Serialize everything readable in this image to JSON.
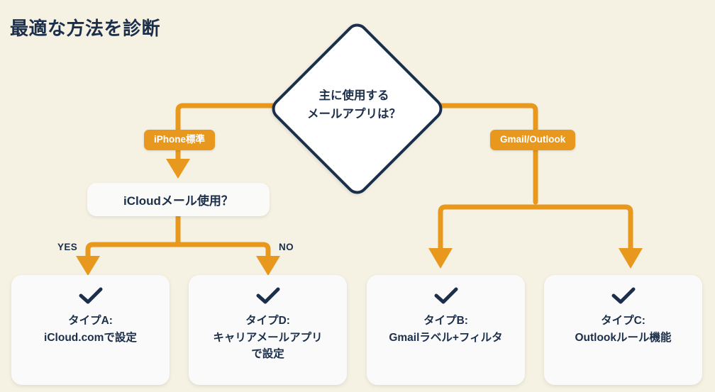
{
  "page": {
    "title": "最適な方法を診断",
    "background_color": "#F5F1E3",
    "accent_color": "#E8981D",
    "ink_color": "#1B2E4A"
  },
  "chart_data": {
    "type": "diagram",
    "diagram_kind": "decision-flowchart",
    "title": "最適な方法を診断",
    "nodes": [
      {
        "id": "q1",
        "shape": "diamond",
        "text_lines": [
          "主に使用する",
          "メールアプリは？"
        ]
      },
      {
        "id": "q2",
        "shape": "rounded-rect",
        "text_lines": [
          "iCloudメール使用？"
        ]
      },
      {
        "id": "a",
        "shape": "card",
        "icon": "check-icon",
        "text_lines": [
          "タイプA:",
          "iCloud.comで設定"
        ]
      },
      {
        "id": "d",
        "shape": "card",
        "icon": "check-icon",
        "text_lines": [
          "タイプD:",
          "キャリアメールアプリ",
          "で設定"
        ]
      },
      {
        "id": "b",
        "shape": "card",
        "icon": "check-icon",
        "text_lines": [
          "タイプB:",
          "Gmailラベル+フィルタ"
        ]
      },
      {
        "id": "c",
        "shape": "card",
        "icon": "check-icon",
        "text_lines": [
          "タイプC:",
          "Outlookルール機能"
        ]
      }
    ],
    "edges": [
      {
        "from": "q1",
        "to": "q2",
        "label": "iPhone標準",
        "label_style": "badge"
      },
      {
        "from": "q1",
        "to": "split-right",
        "label": "Gmail/Outlook",
        "label_style": "badge"
      },
      {
        "from": "q2",
        "to": "a",
        "label": "YES",
        "label_style": "plain"
      },
      {
        "from": "q2",
        "to": "d",
        "label": "NO",
        "label_style": "plain"
      },
      {
        "from": "split-right",
        "to": "b",
        "label": "",
        "label_style": "plain"
      },
      {
        "from": "split-right",
        "to": "c",
        "label": "",
        "label_style": "plain"
      }
    ]
  },
  "diamond": {
    "line1": "主に使用する",
    "line2": "メールアプリは？"
  },
  "badges": {
    "left": "iPhone標準",
    "right": "Gmail/Outlook"
  },
  "decision": {
    "icloud": "iCloudメール使用？"
  },
  "edge_labels": {
    "yes": "YES",
    "no": "NO"
  },
  "cards": [
    {
      "id": "a",
      "text": "タイプA:\niCloud.comで設定"
    },
    {
      "id": "d",
      "text": "タイプD:\nキャリアメールアプリ\nで設定"
    },
    {
      "id": "b",
      "text": "タイプB:\nGmailラベル+フィルタ"
    },
    {
      "id": "c",
      "text": "タイプC:\nOutlookルール機能"
    }
  ]
}
